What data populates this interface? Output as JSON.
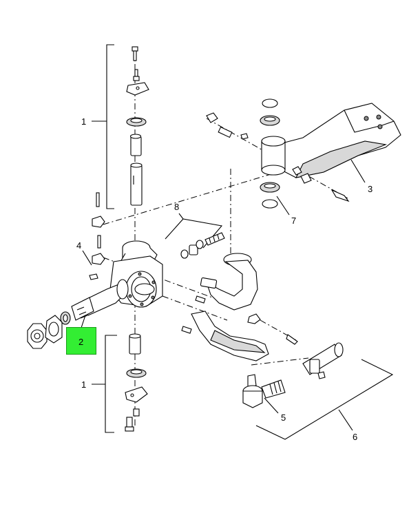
{
  "callouts": {
    "c1_upper": "1",
    "c1_lower": "1",
    "c2": "2",
    "c3": "3",
    "c4": "4",
    "c5": "5",
    "c6": "6",
    "c7": "7",
    "c8": "8"
  },
  "colors": {
    "highlight": "#33ee33",
    "line": "#000000",
    "shade": "#d8d8d8"
  }
}
